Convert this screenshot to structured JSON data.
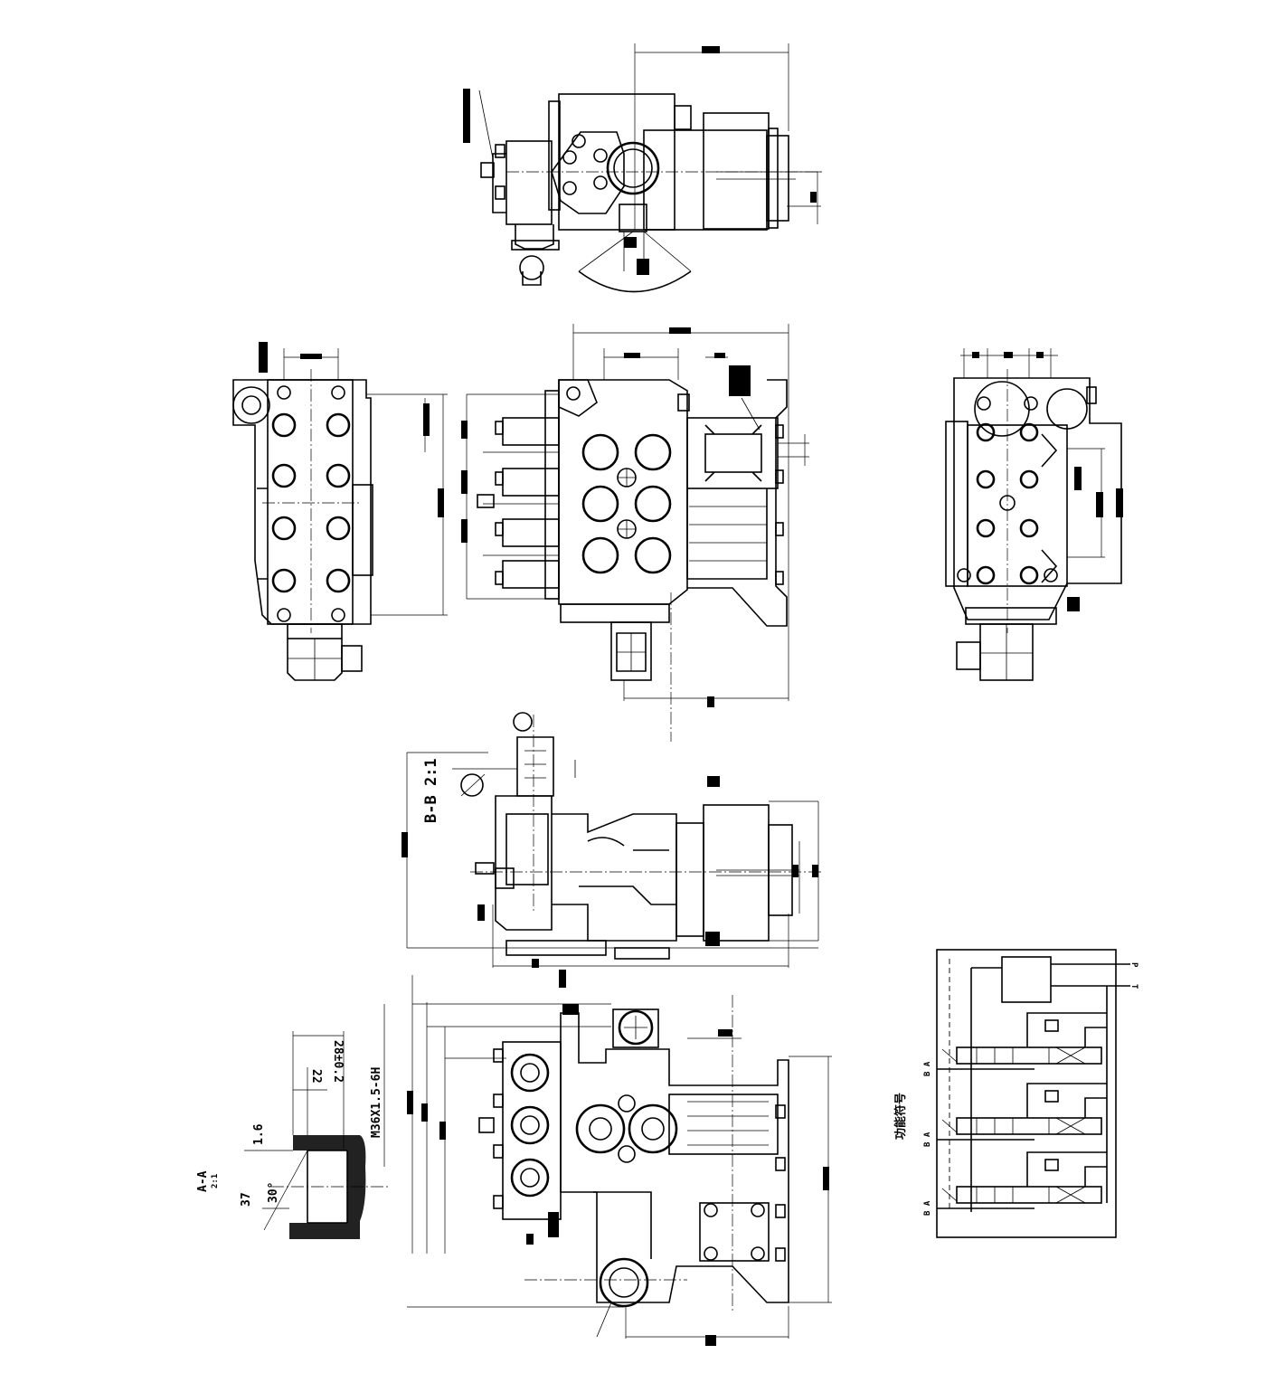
{
  "section_detail": {
    "section_mark": "A-A",
    "scale": "2:1",
    "thread": "M36X1.5-6H",
    "dim_depth_28": "28±0.2",
    "dim_depth_22": "22",
    "dim_1_6": "1.6",
    "dim_37": "37",
    "angle_30": "30°"
  },
  "schematic": {
    "title": "功能符号",
    "port_p": "P",
    "port_t": "T",
    "sections": [
      {
        "label": "B A"
      },
      {
        "label": "B A"
      },
      {
        "label": "B A"
      }
    ]
  },
  "detail_view": {
    "label": "B-B 2:1"
  }
}
